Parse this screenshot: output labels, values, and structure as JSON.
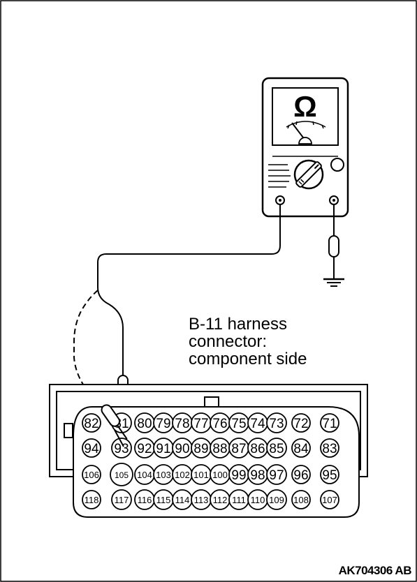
{
  "meter": {
    "symbol": "Ω"
  },
  "connector_label": {
    "line1": "B-11 harness",
    "line2": "connector:",
    "line3": "component side"
  },
  "connector_pins": {
    "row1": [
      "82",
      "81",
      "80",
      "79",
      "78",
      "77",
      "76",
      "75",
      "74",
      "73",
      "72",
      "71"
    ],
    "row2": [
      "94",
      "93",
      "92",
      "91",
      "90",
      "89",
      "88",
      "87",
      "86",
      "85",
      "84",
      "83"
    ],
    "row3": [
      "106",
      "105",
      "104",
      "103",
      "102",
      "101",
      "100",
      "99",
      "98",
      "97",
      "96",
      "95"
    ],
    "row4": [
      "118",
      "117",
      "116",
      "115",
      "114",
      "113",
      "112",
      "111",
      "110",
      "109",
      "108",
      "107"
    ]
  },
  "figure_id": "AK704306 AB"
}
